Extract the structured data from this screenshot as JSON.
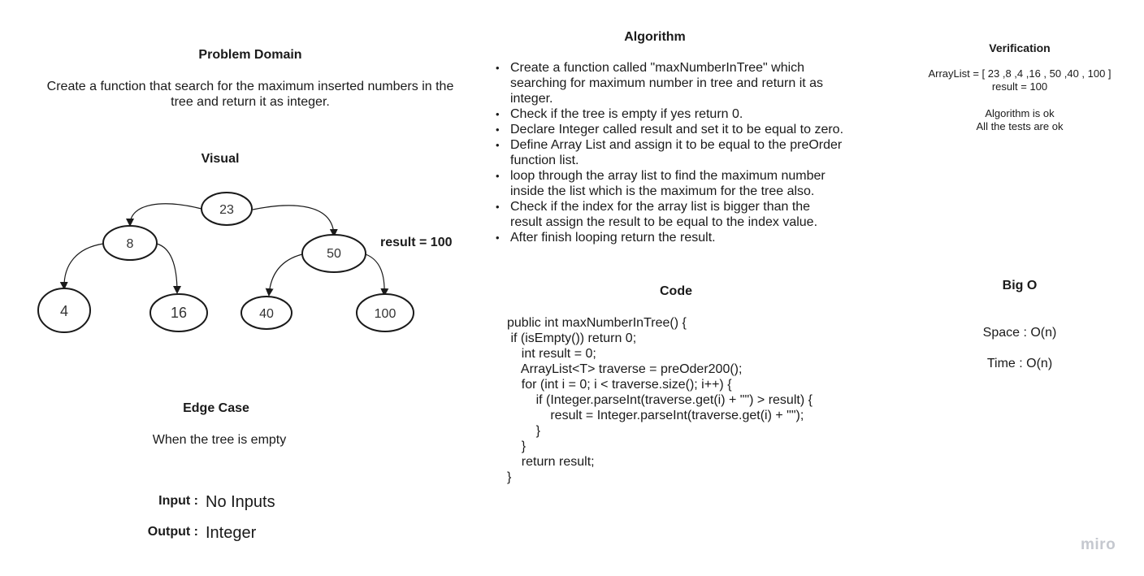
{
  "problem_domain": {
    "title": "Problem Domain",
    "text": "Create a function that search for the maximum inserted numbers in the tree and return it as integer."
  },
  "visual": {
    "title": "Visual",
    "result_label": "result = 100",
    "nodes": {
      "root": "23",
      "left": "8",
      "right": "50",
      "left_left": "4",
      "left_right": "16",
      "right_left": "40",
      "right_right": "100"
    }
  },
  "edge_case": {
    "title": "Edge Case",
    "text": "When the tree is empty",
    "input_label": "Input :",
    "input_value": "No Inputs",
    "output_label": "Output :",
    "output_value": "Integer"
  },
  "algorithm": {
    "title": "Algorithm",
    "steps": [
      "Create a function called \"maxNumberInTree\" which searching for maximum number in tree and return it as integer.",
      "Check if the tree is empty if yes return 0.",
      "Declare Integer called result and set it to be equal to zero.",
      "Define Array List and assign it to be equal to the preOrder function list.",
      "loop through the array list to find the maximum number inside the list which is the maximum for the tree also.",
      "Check if the index for the array list is bigger than the result assign the result to be equal to the index value.",
      "After finish looping return the result."
    ]
  },
  "code": {
    "title": "Code",
    "text": "public int maxNumberInTree() {\n if (isEmpty()) return 0;\n    int result = 0;\n    ArrayList<T> traverse = preOder200();\n    for (int i = 0; i < traverse.size(); i++) {\n        if (Integer.parseInt(traverse.get(i) + \"\") > result) {\n            result = Integer.parseInt(traverse.get(i) + \"\");\n        }\n    }\n    return result;\n}"
  },
  "verification": {
    "title": "Verification",
    "arraylist": "ArrayList = [ 23 ,8 ,4 ,16 , 50 ,40 , 100 ]",
    "result": "result = 100",
    "algo_ok": "Algorithm is ok",
    "tests_ok": "All the tests are ok"
  },
  "big_o": {
    "title": "Big O",
    "space": "Space : O(n)",
    "time": "Time : O(n)"
  },
  "brand": "miro"
}
